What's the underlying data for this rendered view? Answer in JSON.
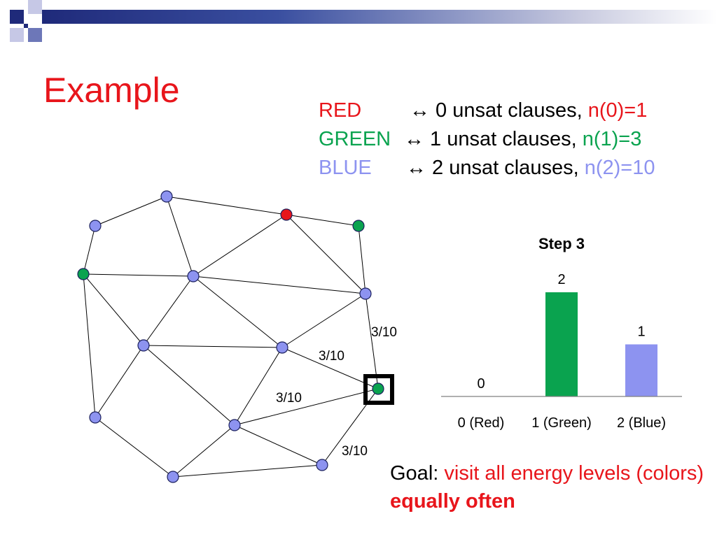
{
  "slide": {
    "title": "Example"
  },
  "legend": {
    "rows": [
      {
        "color_name": "RED",
        "arrow_text": "↔ 0 unsat clauses, ",
        "count_text": "n(0)=1",
        "color": "#e8151b"
      },
      {
        "color_name": "GREEN",
        "arrow_text": "↔ 1 unsat clauses, ",
        "count_text": "n(1)=3",
        "color": "#0aa34f"
      },
      {
        "color_name": "BLUE",
        "arrow_text": "↔ 2 unsat clauses, ",
        "count_text": "n(2)=10",
        "color": "#8d93f0"
      }
    ]
  },
  "graph": {
    "edge_labels": [
      "3/10",
      "3/10",
      "3/10",
      "3/10"
    ],
    "node_colors": {
      "red": "#e8151b",
      "green": "#0aa34f",
      "blue": "#8d93f0"
    },
    "current_node_marker": "highlighted-square"
  },
  "chart_data": {
    "type": "bar",
    "title": "Step 3",
    "categories": [
      "0 (Red)",
      "1 (Green)",
      "2 (Blue)"
    ],
    "values": [
      0,
      2,
      1
    ],
    "colors": [
      "#e8151b",
      "#0aa34f",
      "#8d93f0"
    ],
    "data_labels": [
      "0",
      "2",
      "1"
    ],
    "ylim": [
      0,
      2
    ],
    "grid": false
  },
  "goal": {
    "prefix": "Goal: ",
    "red_text": "visit all energy levels (colors) ",
    "bold_text": "equally often"
  }
}
